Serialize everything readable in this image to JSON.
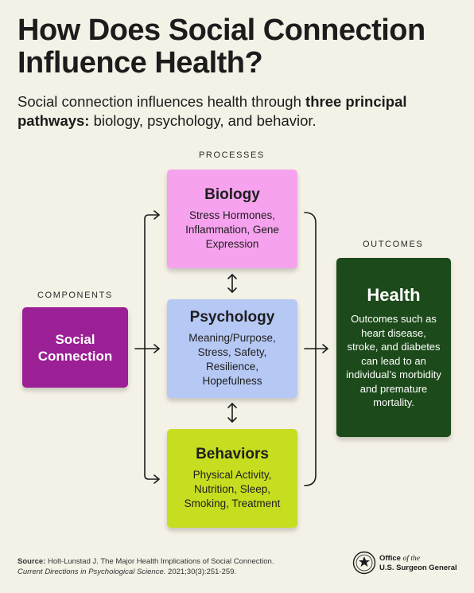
{
  "header": {
    "title": "How Does Social Connection Influence Health?",
    "subtitle_regular_1": "Social connection influences health through ",
    "subtitle_bold": "three principal pathways:",
    "subtitle_regular_2": " biology, psychology, and behavior."
  },
  "labels": {
    "processes": "PROCESSES",
    "outcomes": "OUTCOMES",
    "components": "COMPONENTS"
  },
  "nodes": {
    "social": {
      "title": "Social Connection",
      "color": "#9b1f95"
    },
    "biology": {
      "title": "Biology",
      "body": "Stress Hormones, Inflammation, Gene Expression",
      "color": "#f6a2ee"
    },
    "psychology": {
      "title": "Psychology",
      "body": "Meaning/Purpose, Stress, Safety, Resilience, Hopefulness",
      "color": "#b6c8f4"
    },
    "behaviors": {
      "title": "Behaviors",
      "body": "Physical Activity, Nutrition, Sleep, Smoking, Treatment",
      "color": "#c6de1f"
    },
    "health": {
      "title": "Health",
      "body": "Outcomes such as heart disease, stroke, and diabetes can lead to an individual’s morbidity and premature mortality.",
      "color": "#1c4a1a"
    }
  },
  "footer": {
    "source_label": "Source:",
    "source_text": " Holt-Lunstad J. The Major Health Implications of Social Connection.",
    "source_journal": "Current Directions in Psychological Science.",
    "source_citation": " 2021;30(3):251-259.",
    "office_line1_a": "Office ",
    "office_line1_b": "of the",
    "office_line2": "U.S. Surgeon General"
  }
}
